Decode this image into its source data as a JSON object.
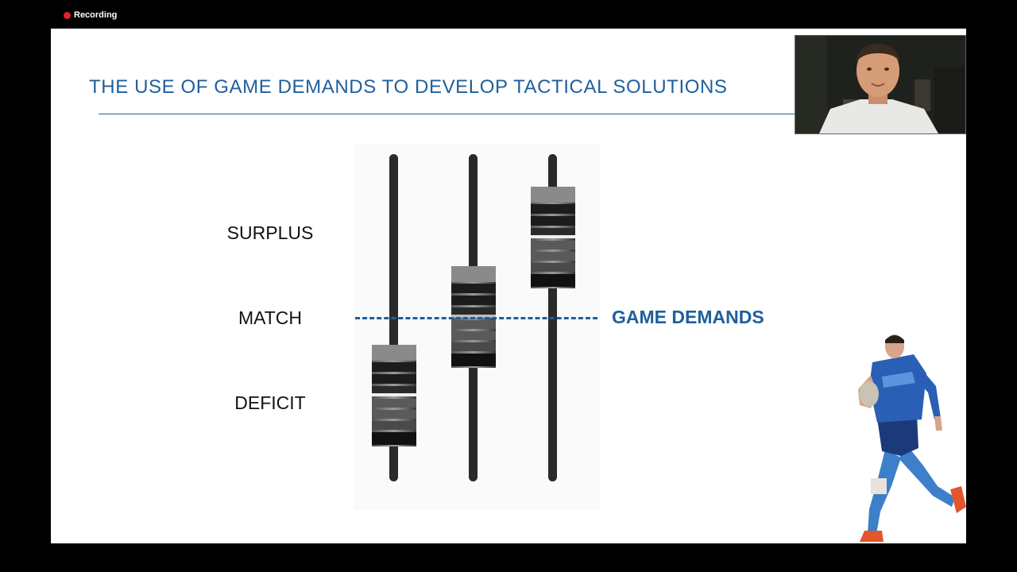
{
  "recording": {
    "label": "Recording",
    "dot_color": "#e02424"
  },
  "slide": {
    "title": "THE USE OF GAME DEMANDS TO DEVELOP TACTICAL SOLUTIONS",
    "labels": {
      "surplus": "SURPLUS",
      "match": "MATCH",
      "deficit": "DEFICIT"
    },
    "game_demands": "GAME DEMANDS",
    "accent_color": "#1f5f9c",
    "faders": [
      {
        "name": "fader-1",
        "level": "deficit"
      },
      {
        "name": "fader-2",
        "level": "match"
      },
      {
        "name": "fader-3",
        "level": "surplus"
      }
    ]
  },
  "webcam": {
    "icon": "presenter-video"
  },
  "player_image": {
    "icon": "rugby-player"
  }
}
